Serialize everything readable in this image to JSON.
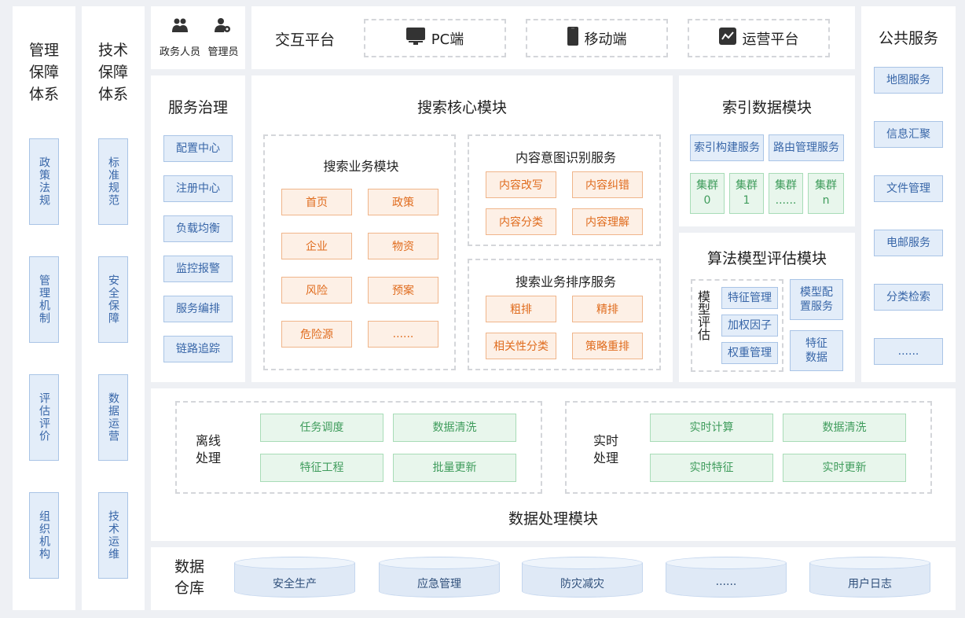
{
  "mgmt": {
    "title": "管理保障体系",
    "items": [
      "政策法规",
      "管理机制",
      "评估评价",
      "组织机构"
    ]
  },
  "tech": {
    "title": "技术保障体系",
    "items": [
      "标准规范",
      "安全保障",
      "数据运营",
      "技术运维"
    ]
  },
  "users": {
    "gov": "政务人员",
    "admin": "管理员"
  },
  "interaction": {
    "title": "交互平台",
    "pc": "PC端",
    "mobile": "移动端",
    "ops": "运营平台"
  },
  "public": {
    "title": "公共服务",
    "items": [
      "地图服务",
      "信息汇聚",
      "文件管理",
      "电邮服务",
      "分类检索",
      "......"
    ]
  },
  "governance": {
    "title": "服务治理",
    "items": [
      "配置中心",
      "注册中心",
      "负载均衡",
      "监控报警",
      "服务编排",
      "链路追踪"
    ]
  },
  "core": {
    "title": "搜索核心模块",
    "business": {
      "title": "搜索业务模块",
      "items": [
        "首页",
        "政策",
        "企业",
        "物资",
        "风险",
        "预案",
        "危险源",
        "......"
      ]
    },
    "intent": {
      "title": "内容意图识别服务",
      "items": [
        "内容改写",
        "内容纠错",
        "内容分类",
        "内容理解"
      ]
    },
    "ranking": {
      "title": "搜索业务排序服务",
      "items": [
        "粗排",
        "精排",
        "相关性分类",
        "策略重排"
      ]
    }
  },
  "index": {
    "title": "索引数据模块",
    "build": "索引构建服务",
    "route": "路由管理服务",
    "clusters": [
      {
        "name": "集群",
        "id": "0"
      },
      {
        "name": "集群",
        "id": "1"
      },
      {
        "name": "集群",
        "id": "......"
      },
      {
        "name": "集群",
        "id": "n"
      }
    ]
  },
  "algo": {
    "title": "算法模型评估模块",
    "eval_label": "模型评估",
    "eval_items": [
      "特征管理",
      "加权因子",
      "权重管理"
    ],
    "config": "模型配置服务",
    "feature": "特征数据"
  },
  "processing": {
    "title": "数据处理模块",
    "offline": {
      "label": "离线处理",
      "items": [
        "任务调度",
        "数据清洗",
        "特征工程",
        "批量更新"
      ]
    },
    "realtime": {
      "label": "实时处理",
      "items": [
        "实时计算",
        "数据清洗",
        "实时特征",
        "实时更新"
      ]
    }
  },
  "warehouse": {
    "title": "数据仓库",
    "items": [
      "安全生产",
      "应急管理",
      "防灾减灾",
      "......",
      "用户日志"
    ]
  }
}
